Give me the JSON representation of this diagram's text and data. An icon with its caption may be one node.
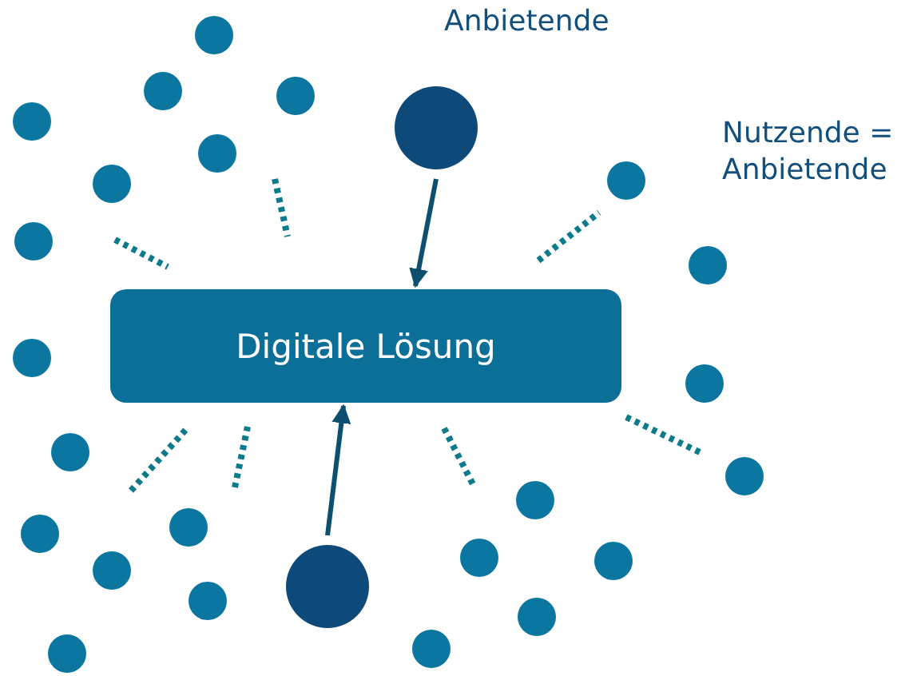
{
  "diagram": {
    "nodes": [
      {
        "text": [
          "Digitale Lösung"
        ]
      },
      {
        "text": [],
        "shape": "circle",
        "beside": [
          "Anbietende"
        ]
      },
      {
        "text": [],
        "shape": "circle"
      }
    ],
    "edges": [
      {
        "from": 1,
        "to": 0,
        "arrow": "to"
      },
      {
        "from": 2,
        "to": 0,
        "arrow": "to"
      }
    ],
    "labels": [
      "Nutzende = Anbietende"
    ]
  }
}
